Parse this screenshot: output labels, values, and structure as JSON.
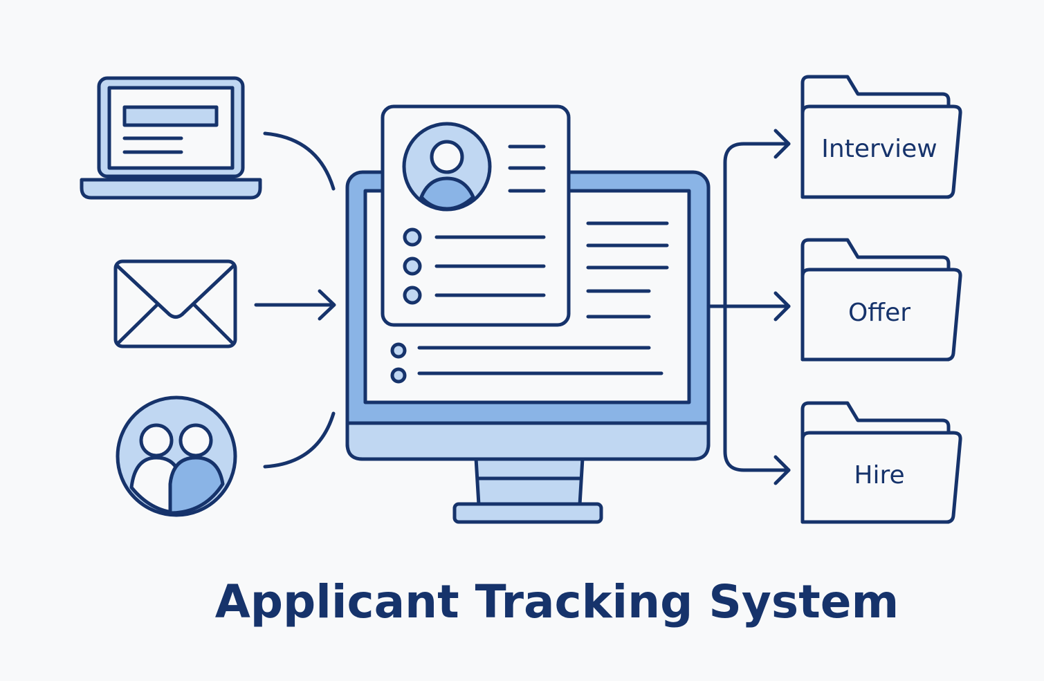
{
  "title": "Applicant Tracking System",
  "folders": [
    {
      "label": "Interview"
    },
    {
      "label": "Offer"
    },
    {
      "label": "Hire"
    }
  ],
  "colors": {
    "stroke": "#16336b",
    "light": "#c0d7f2",
    "medium": "#8ab4e6",
    "background": "#f8f9fa"
  }
}
